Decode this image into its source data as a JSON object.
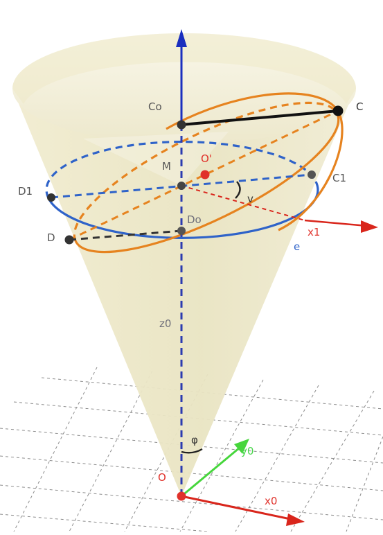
{
  "figure": {
    "points": {
      "C": "C",
      "Co": "Co",
      "M": "M",
      "O_prime": "O'",
      "C1": "C1",
      "D1": "D1",
      "D": "D",
      "Do": "Do",
      "O": "O"
    },
    "axes": {
      "x1": "x1",
      "x0": "x0",
      "y0": "y0",
      "z0": "z0"
    },
    "curves": {
      "circle_e": "e"
    },
    "angles": {
      "nu": "v",
      "phi": "φ"
    }
  },
  "colors": {
    "cone_fill": "#eeead0",
    "cone_inner": "#f7f4e3",
    "orange": "#e6831f",
    "blue": "#2f63c9",
    "axis_blue": "#1a2fbf",
    "red": "#d9261c",
    "green": "#46d63c",
    "black": "#111111",
    "grid": "#555555"
  }
}
